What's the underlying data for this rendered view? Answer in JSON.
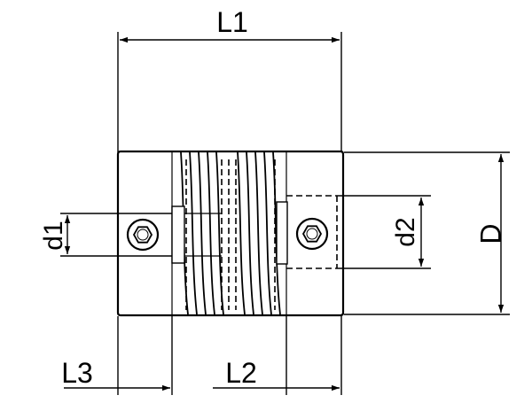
{
  "labels": {
    "L1": "L1",
    "L2": "L2",
    "L3": "L3",
    "d1": "d1",
    "d2": "d2",
    "D": "D"
  }
}
